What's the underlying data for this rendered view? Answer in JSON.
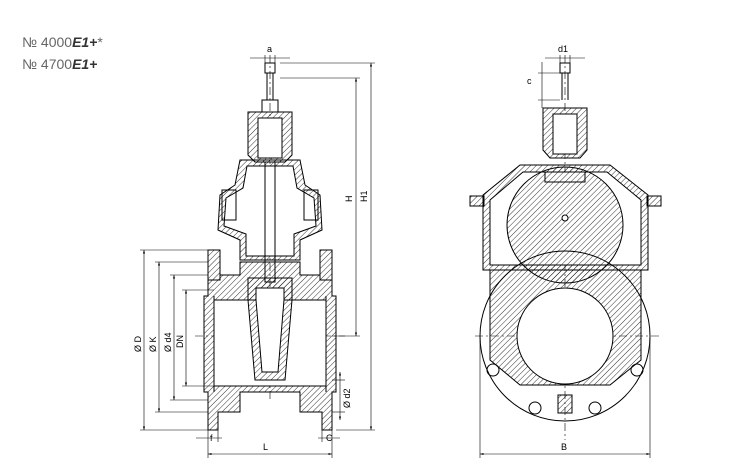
{
  "titles": [
    {
      "prefix": "№ 4000",
      "model": "E1+",
      "suffix": "*"
    },
    {
      "prefix": "№ 4700",
      "model": "E1+",
      "suffix": ""
    }
  ],
  "dimensions": {
    "a": "a",
    "d1": "d1",
    "c": "c",
    "H": "H",
    "H1": "H1",
    "D": "Ø D",
    "K": "Ø K",
    "d4": "Ø d4",
    "DN": "DN",
    "d2": "Ø d2",
    "f": "f",
    "L": "L",
    "C_right": "C",
    "B": "B"
  }
}
